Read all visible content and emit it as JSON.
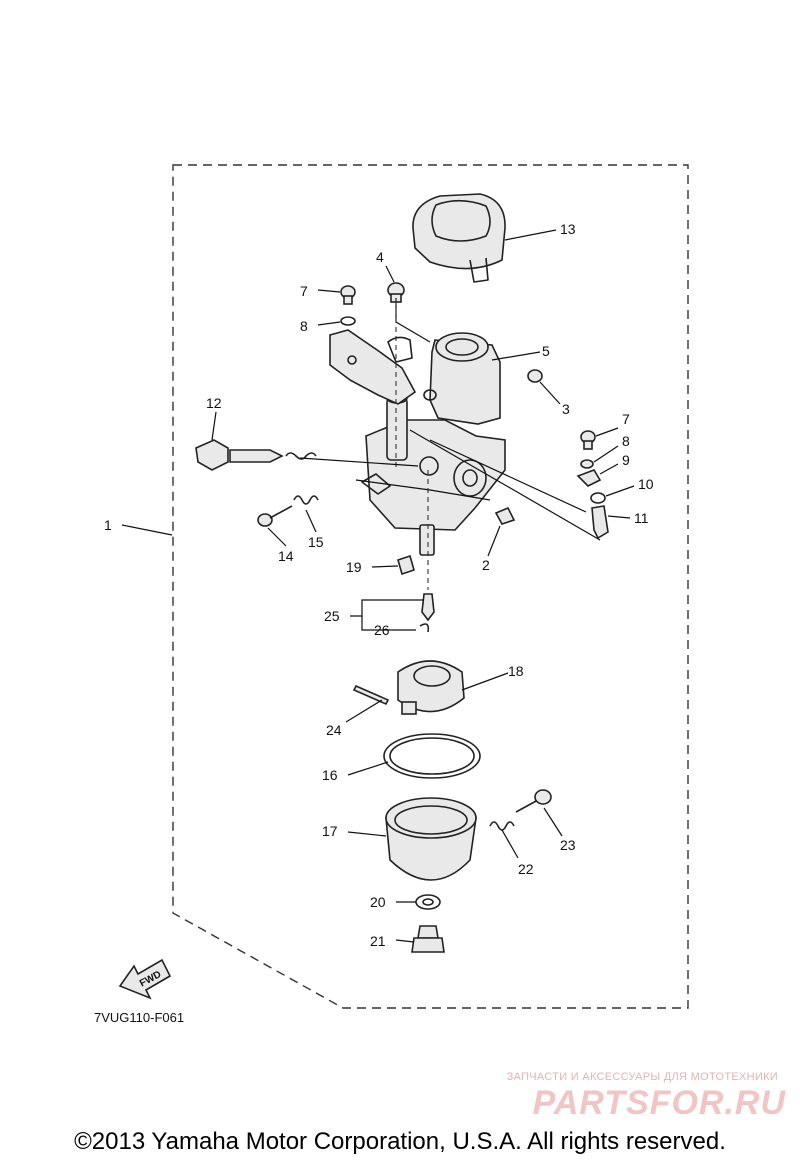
{
  "diagram": {
    "callouts": {
      "c1": "1",
      "c2": "2",
      "c3": "3",
      "c4": "4",
      "c5": "5",
      "c7a": "7",
      "c7b": "7",
      "c8a": "8",
      "c8b": "8",
      "c9": "9",
      "c10": "10",
      "c11": "11",
      "c12": "12",
      "c13": "13",
      "c14": "14",
      "c15": "15",
      "c16": "16",
      "c17": "17",
      "c18": "18",
      "c19": "19",
      "c20": "20",
      "c21": "21",
      "c22": "22",
      "c23": "23",
      "c24": "24",
      "c25": "25",
      "c26": "26"
    },
    "fwd_label": "FWD",
    "code": "7VUG110-F061"
  },
  "watermark": {
    "tagline": "ЗАПЧАСТИ И АКСЕССУАРЫ ДЛЯ МОТОТЕХНИКИ",
    "logo": "PARTSFOR.RU"
  },
  "copyright": "©2013 Yamaha Motor Corporation, U.S.A. All rights reserved.",
  "colors": {
    "line": "#222222",
    "watermark": "#f2c4c4"
  }
}
